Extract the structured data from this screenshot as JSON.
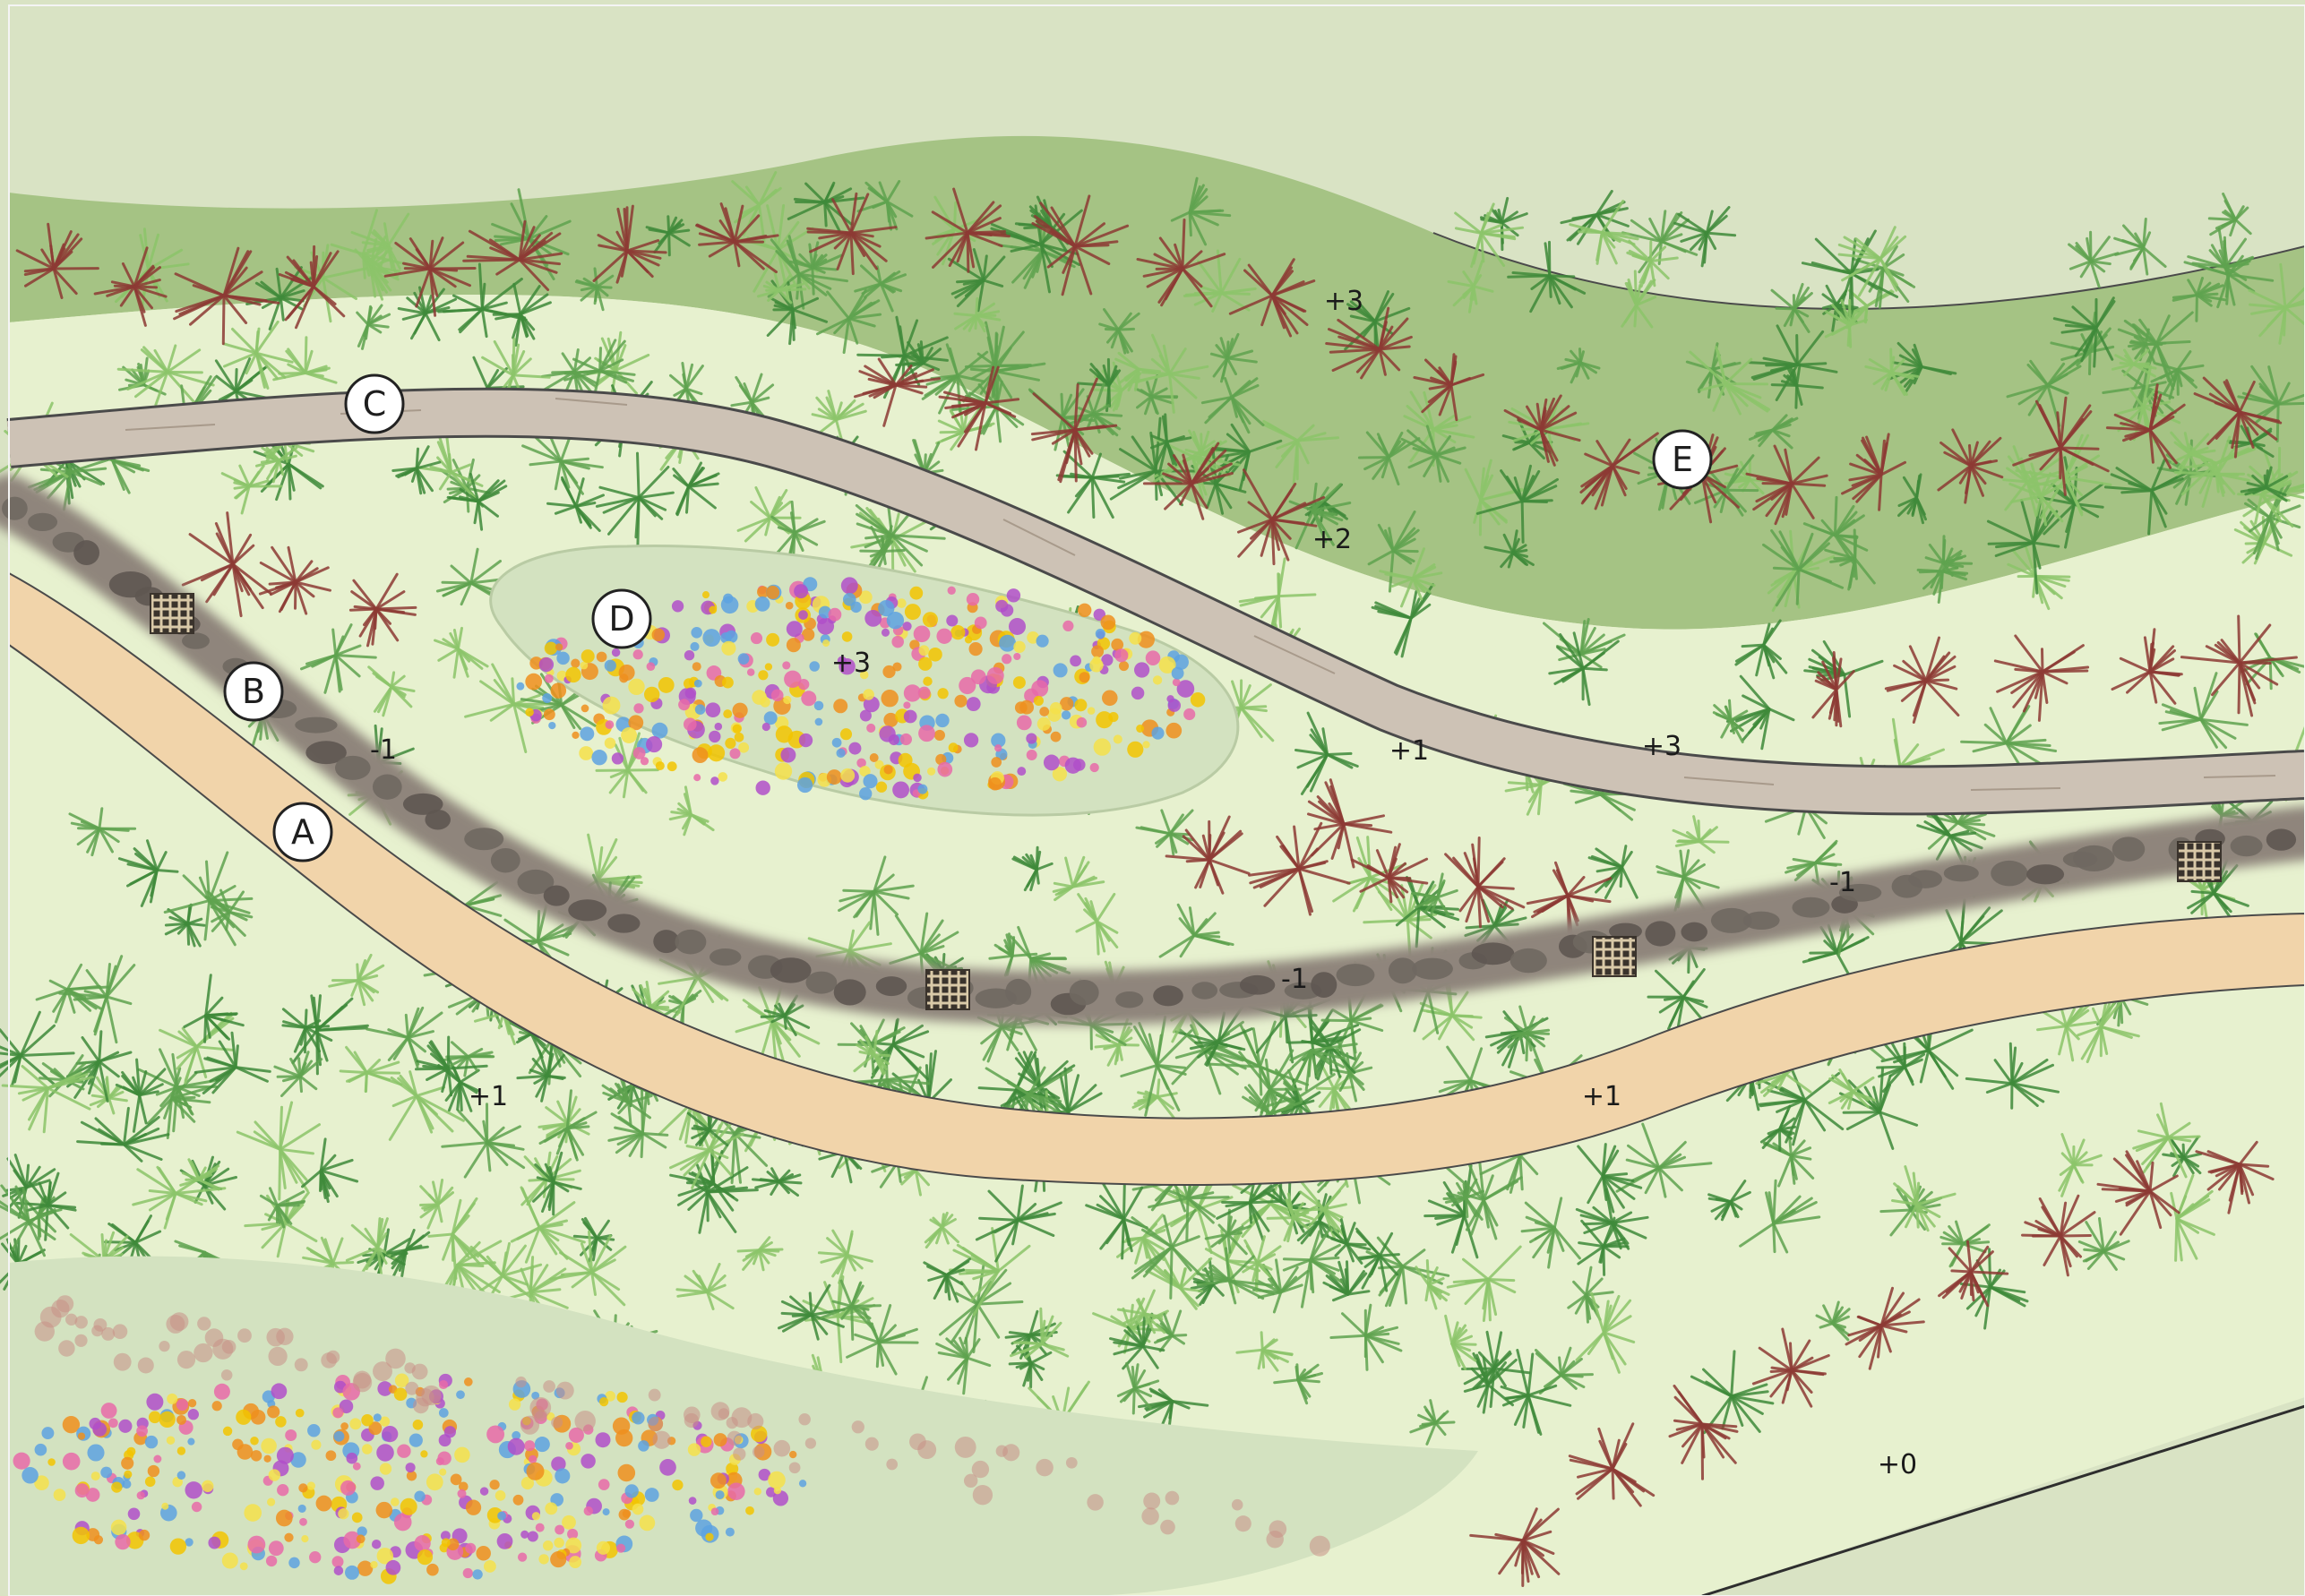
{
  "colors": {
    "background": "#d9e3c4",
    "verge": "#e7f1cf",
    "upper_band": "#a5c384",
    "walkway": "#cdc2b5",
    "sand_path": "#f1d4aa",
    "swale": "#8f857c",
    "meadow_patch": "#d3e2c0",
    "foliage_dark": "#3f8a3a",
    "foliage_mid": "#5fa34f",
    "foliage_light": "#8cc56a",
    "foliage_red": "#8d3a34",
    "grate": "#3a332c",
    "outline": "#4a4a4a"
  },
  "markers": [
    {
      "id": "A",
      "label": "A"
    },
    {
      "id": "B",
      "label": "B"
    },
    {
      "id": "C",
      "label": "C"
    },
    {
      "id": "D",
      "label": "D"
    },
    {
      "id": "E",
      "label": "E"
    }
  ],
  "elevations": [
    {
      "label": "+3"
    },
    {
      "label": "+2"
    },
    {
      "label": "+3"
    },
    {
      "label": "+1"
    },
    {
      "label": "+3"
    },
    {
      "label": "-1"
    },
    {
      "label": "-1"
    },
    {
      "label": "-1"
    },
    {
      "label": "+1"
    },
    {
      "label": "+1"
    },
    {
      "label": "+0"
    }
  ]
}
